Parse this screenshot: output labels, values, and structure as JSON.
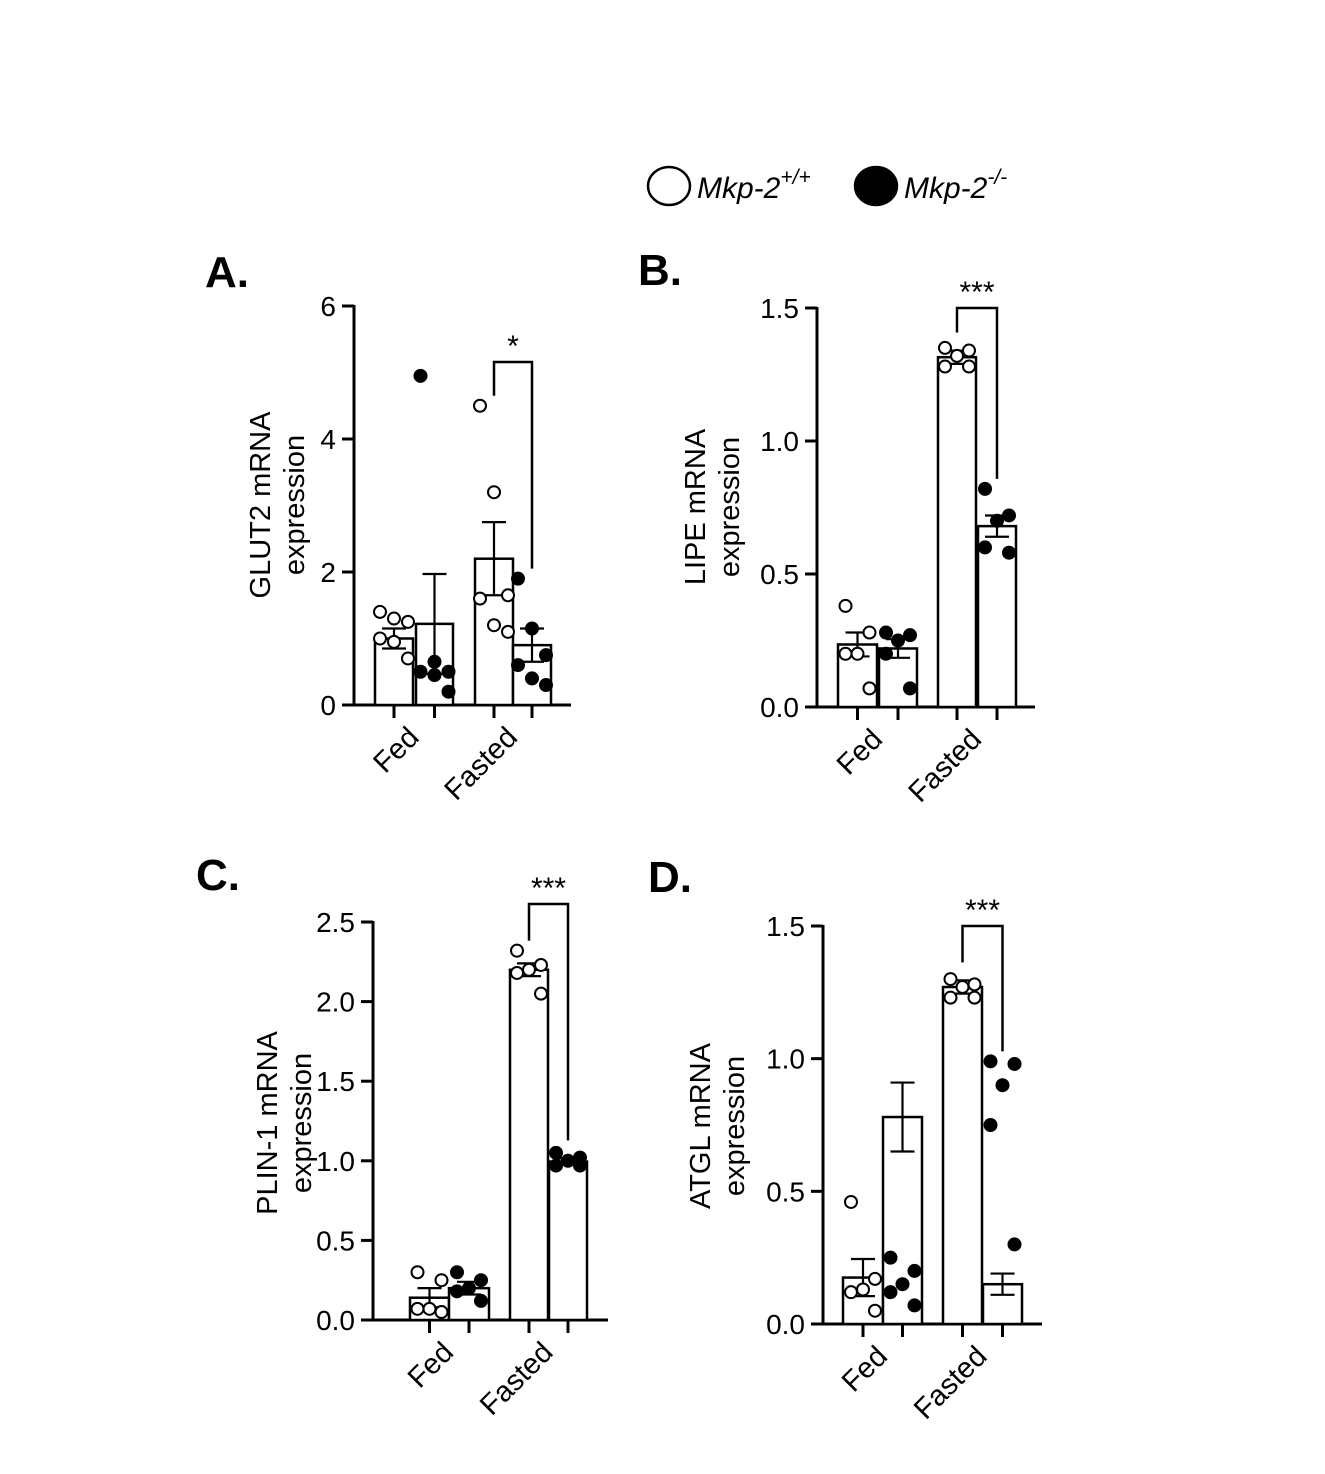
{
  "legend": {
    "wt": {
      "base": "Mkp-2",
      "sup": "+/+"
    },
    "ko": {
      "base": "Mkp-2",
      "sup": "-/-"
    }
  },
  "colors": {
    "wt_fill": "#ffffff",
    "ko_fill": "#000000",
    "stroke": "#000000"
  },
  "chart_data": [
    {
      "panel": "A.",
      "type": "bar",
      "ylabel": [
        "GLUT2 mRNA",
        "expression"
      ],
      "ylim": [
        0,
        6
      ],
      "yticks": [
        "0",
        "2",
        "4",
        "6"
      ],
      "categories": [
        "Fed",
        "Fasted"
      ],
      "series": [
        {
          "key": "wt",
          "means": [
            1.0,
            2.2
          ],
          "sem": [
            0.15,
            0.55
          ],
          "points": [
            [
              1.4,
              1.3,
              1.25,
              1.0,
              0.95,
              0.7
            ],
            [
              4.5,
              3.2,
              1.65,
              1.6,
              1.2,
              1.1
            ]
          ]
        },
        {
          "key": "ko",
          "means": [
            1.22,
            0.9
          ],
          "sem": [
            0.75,
            0.25
          ],
          "points": [
            [
              4.95,
              0.65,
              0.5,
              0.5,
              0.45,
              0.2
            ],
            [
              1.9,
              1.15,
              0.75,
              0.6,
              0.4,
              0.3
            ]
          ]
        }
      ],
      "significance": {
        "category": "Fasted",
        "label": "*"
      }
    },
    {
      "panel": "B.",
      "type": "bar",
      "ylabel": [
        "LIPE mRNA",
        "expression"
      ],
      "ylim": [
        0,
        1.5
      ],
      "yticks": [
        "0.0",
        "0.5",
        "1.0",
        "1.5"
      ],
      "categories": [
        "Fed",
        "Fasted"
      ],
      "series": [
        {
          "key": "wt",
          "means": [
            0.235,
            1.315
          ],
          "sem": [
            0.045,
            0.025
          ],
          "points": [
            [
              0.38,
              0.28,
              0.2,
              0.2,
              0.07
            ],
            [
              1.35,
              1.34,
              1.32,
              1.28,
              1.28
            ]
          ]
        },
        {
          "key": "ko",
          "means": [
            0.22,
            0.68
          ],
          "sem": [
            0.035,
            0.04
          ],
          "points": [
            [
              0.28,
              0.27,
              0.25,
              0.2,
              0.07
            ],
            [
              0.82,
              0.72,
              0.7,
              0.6,
              0.58
            ]
          ]
        }
      ],
      "significance": {
        "category": "Fasted",
        "label": "***"
      }
    },
    {
      "panel": "C.",
      "type": "bar",
      "ylabel": [
        "PLIN-1 mRNA",
        "expression"
      ],
      "ylim": [
        0,
        2.5
      ],
      "yticks": [
        "0.0",
        "0.5",
        "1.0",
        "1.5",
        "2.0",
        "2.5"
      ],
      "categories": [
        "Fed",
        "Fasted"
      ],
      "series": [
        {
          "key": "wt",
          "means": [
            0.14,
            2.2
          ],
          "sem": [
            0.06,
            0.04
          ],
          "points": [
            [
              0.3,
              0.25,
              0.07,
              0.07,
              0.05
            ],
            [
              2.32,
              2.23,
              2.2,
              2.18,
              2.05
            ]
          ]
        },
        {
          "key": "ko",
          "means": [
            0.2,
            0.995
          ],
          "sem": [
            0.04,
            0.02
          ],
          "points": [
            [
              0.3,
              0.25,
              0.2,
              0.18,
              0.12
            ],
            [
              1.05,
              1.02,
              1.0,
              0.97,
              0.97
            ]
          ]
        }
      ],
      "significance": {
        "category": "Fasted",
        "label": "***"
      }
    },
    {
      "panel": "D.",
      "type": "bar",
      "ylabel": [
        "ATGL mRNA",
        "expression"
      ],
      "ylim": [
        0,
        1.5
      ],
      "yticks": [
        "0.0",
        "0.5",
        "1.0",
        "1.5"
      ],
      "categories": [
        "Fed",
        "Fasted"
      ],
      "series": [
        {
          "key": "wt",
          "means": [
            0.175,
            1.27
          ],
          "sem": [
            0.07,
            0.025
          ],
          "points": [
            [
              0.46,
              0.17,
              0.13,
              0.12,
              0.05
            ],
            [
              1.3,
              1.28,
              1.27,
              1.23,
              1.23
            ]
          ]
        },
        {
          "key": "ko",
          "means": [
            0.78,
            0.15
          ],
          "sem": [
            0.13,
            0.04
          ],
          "points": [
            [
              0.25,
              0.2,
              0.15,
              0.12,
              0.07
            ],
            [
              0.99,
              0.98,
              0.9,
              0.75,
              0.3
            ]
          ]
        }
      ],
      "significance": {
        "category": "Fasted",
        "label": "***"
      }
    }
  ]
}
